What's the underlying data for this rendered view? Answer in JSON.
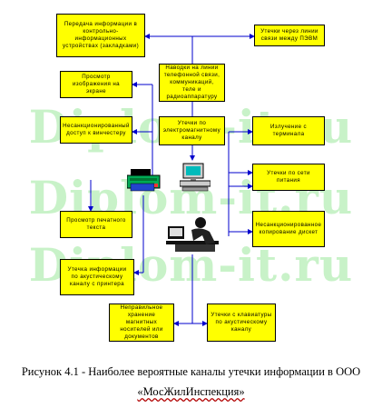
{
  "watermark": [
    "Diplom-it.ru",
    "Diplom-it.ru",
    "Diplom-it.ru"
  ],
  "boxes": {
    "transfer_to_devices": "Передача информации в контрольно-информационных устройствах (закладками)",
    "leak_between_computers": "Утечки через линии связи между ПЭВМ",
    "view_on_screen": "Просмотр изображения на экране",
    "induced_lines": "Наводки на линии телефонной связи, коммуникаций, теле и радиоаппаратуру",
    "unauthorized_access": "Несанкционированный доступ к винчестеру",
    "em_channel": "Утечки по электромагнитному каналу",
    "monitor_radiation": "Излучение с терминала",
    "power_network": "Утечки по сети питания",
    "view_printed": "Просмотр печатного текста",
    "unauthorized_copy": "Несанкционированное копирование дискет",
    "acoustic_printer": "Утечка информации по акустическому каналу с принтера",
    "improper_storage": "Неправильное хранение магнитных носителей или документов",
    "keyboard_acoustic": "Утечки с клавиатуры по акустическому каналу"
  },
  "caption": {
    "line1": "Рисунок 4.1 - Наиболее вероятные каналы утечки информации в ООО",
    "line2": "«МосЖилИнспекция»"
  },
  "colors": {
    "box_fill": "#ffff00",
    "line": "#0000cc",
    "watermark": "#bff0bf"
  }
}
